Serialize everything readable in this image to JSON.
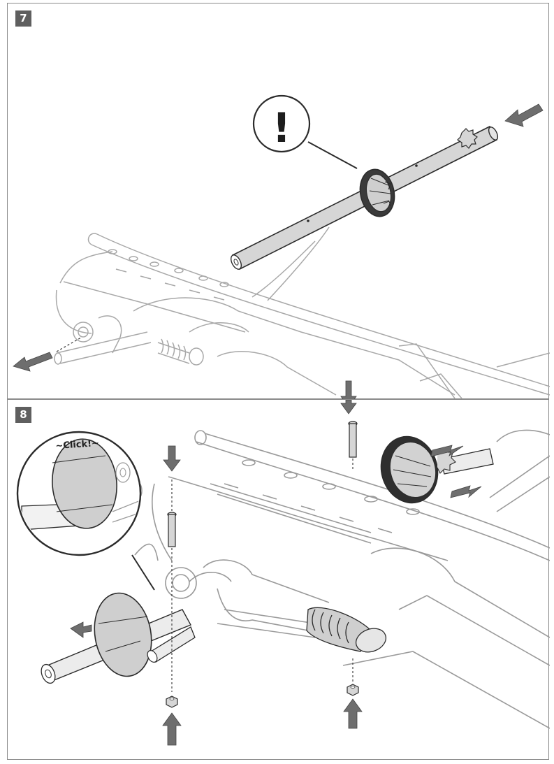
{
  "steps": [
    {
      "number": "7",
      "warning_symbol": "!"
    },
    {
      "number": "8",
      "callout_text": "~Click!~"
    }
  ],
  "icons": {
    "warning": "exclamation-icon",
    "arrow": "assembly-arrow-icon"
  },
  "colors": {
    "badge": "#5f5f5f",
    "arrow": "#6e6e6e",
    "part_fill": "#d6d6d6",
    "outline": "#2b2b2b",
    "ghost_frame": "#9a9a9a"
  }
}
